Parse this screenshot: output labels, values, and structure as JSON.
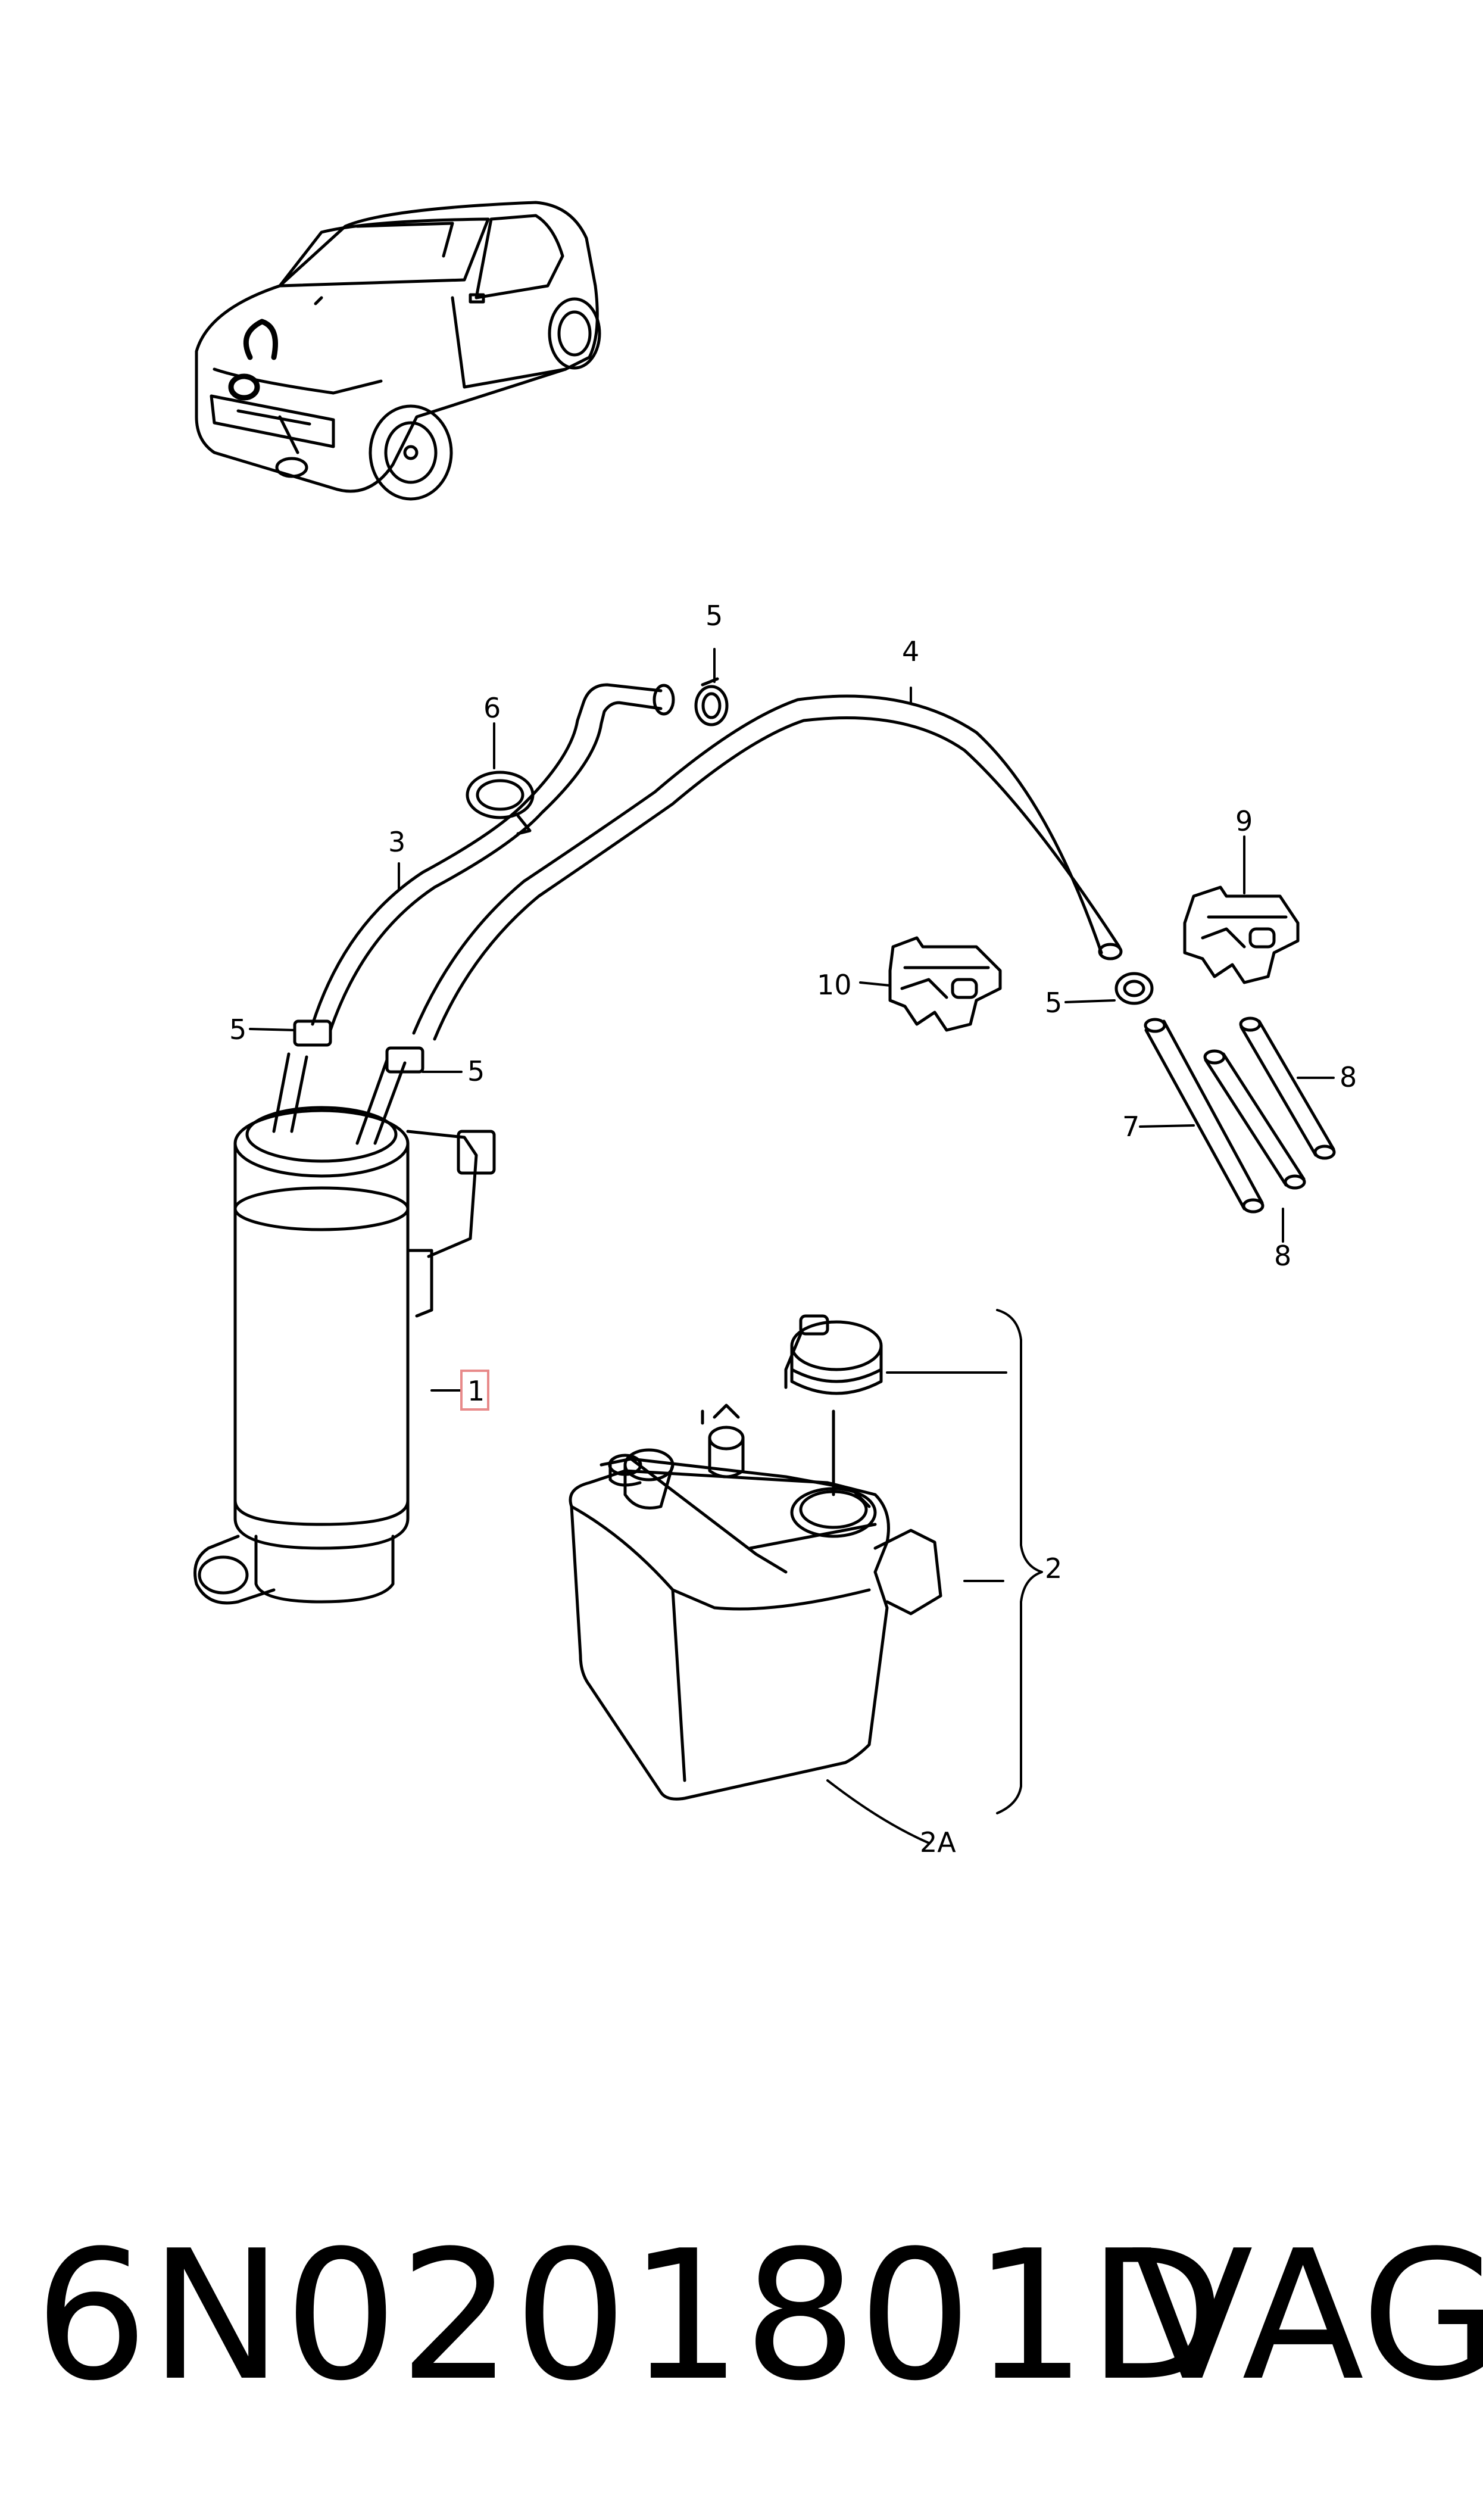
{
  "callouts": {
    "c1": "1",
    "c2": "2",
    "c2a": "2A",
    "c3": "3",
    "c4": "4",
    "c5": "5",
    "c6": "6",
    "c7": "7",
    "c8": "8",
    "c9": "9",
    "c10": "10"
  },
  "highlight_color": "#e88a8a",
  "footer": {
    "part_number": "6N0201801D",
    "brand": "VAG"
  }
}
